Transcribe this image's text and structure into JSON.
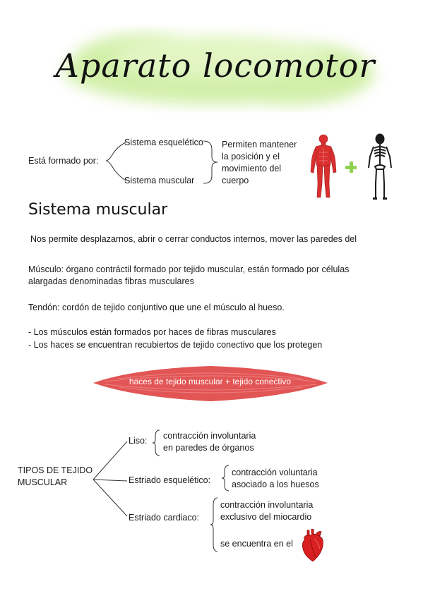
{
  "title": "Aparato locomotor",
  "intro": {
    "formado_label": "Está formado por:",
    "sistema_esqueletico": "Sistema esquelético",
    "sistema_muscular": "Sistema muscular",
    "permiten_lines": [
      "Permiten mantener",
      "la posición y el",
      "movimiento del",
      "cuerpo"
    ]
  },
  "section_title": "Sistema muscular",
  "paragraphs": {
    "p1": "Nos permite desplazarnos, abrir o cerrar conductos internos, mover las paredes del",
    "p2_line1": "Músculo: órgano contráctil formado por tejido muscular, están formado por células",
    "p2_line2": "alargadas denominadas fibras musculares",
    "p3": "Tendón: cordón de tejido conjuntivo que une el músculo al hueso.",
    "bullet1": "- Los músculos están formados por haces de fibras musculares",
    "bullet2": "- Los haces se encuentran recubiertos de tejido conectivo que los protegen"
  },
  "muscle_label": "haces de tejido muscular + tejido conectivo",
  "tipos": {
    "root_line1": "TIPOS DE TEJIDO",
    "root_line2": "MUSCULAR",
    "liso": "Liso:",
    "liso_items": [
      "contracción involuntaria",
      "en paredes de órganos"
    ],
    "esqueletico": "Estriado esquelético:",
    "esqueletico_items": [
      "contracción voluntaria",
      "asociado a los huesos"
    ],
    "cardiaco": "Estriado cardiaco:",
    "cardiaco_items": [
      "contracción involuntaria",
      "exclusivo del miocardio",
      "se encuentra en el"
    ]
  },
  "colors": {
    "title_bg": "#cdeea0",
    "muscle_red": "#e25555",
    "plus_green": "#8fd14f",
    "heart_red": "#d92020"
  }
}
